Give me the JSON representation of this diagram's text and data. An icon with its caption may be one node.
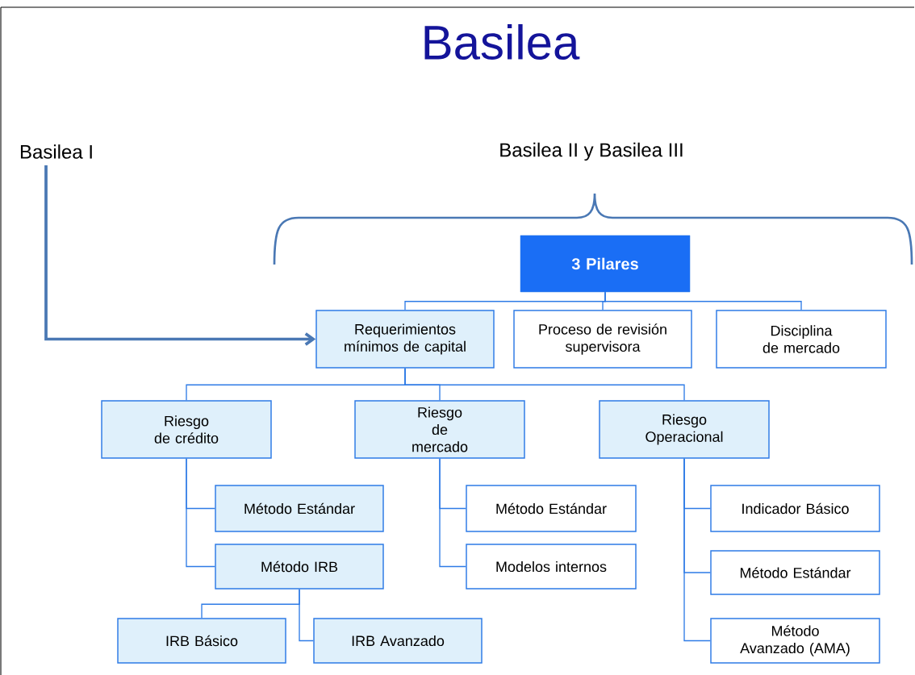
{
  "diagram": {
    "title": "Basilea",
    "nodes": [
      {
        "text": [
          "Basilea I"
        ]
      },
      {
        "text": [
          "3 Pilares"
        ]
      },
      {
        "text": [
          "Requerimientos mínimos de capital"
        ]
      },
      {
        "text": [
          "Proceso de revisión supervisora"
        ]
      },
      {
        "text": [
          "Disciplina de mercado"
        ]
      },
      {
        "text": [
          "Riesgo de crédito"
        ]
      },
      {
        "text": [
          "Riesgo de mercado"
        ]
      },
      {
        "text": [
          "Riesgo Operacional"
        ]
      },
      {
        "text": [
          "Método Estándar"
        ]
      },
      {
        "text": [
          "Método IRB"
        ]
      },
      {
        "text": [
          "IRB Básico"
        ]
      },
      {
        "text": [
          "IRB Avanzado"
        ]
      },
      {
        "text": [
          "Método Estándar"
        ]
      },
      {
        "text": [
          "Modelos internos"
        ]
      },
      {
        "text": [
          "Indicador Básico"
        ]
      },
      {
        "text": [
          "Método Estándar"
        ]
      },
      {
        "text": [
          "Método Avanzado (AMA)"
        ]
      }
    ],
    "edges": [
      {
        "from": 0,
        "to": 2,
        "arrow": "to",
        "style": "thick",
        "color": "#4a78b4"
      },
      {
        "from": 1,
        "to": 2,
        "arrow": "none"
      },
      {
        "from": 1,
        "to": 3,
        "arrow": "none"
      },
      {
        "from": 1,
        "to": 4,
        "arrow": "none"
      },
      {
        "from": 2,
        "to": 5,
        "arrow": "none"
      },
      {
        "from": 2,
        "to": 6,
        "arrow": "none"
      },
      {
        "from": 2,
        "to": 7,
        "arrow": "none"
      },
      {
        "from": 5,
        "to": 8,
        "arrow": "none"
      },
      {
        "from": 5,
        "to": 9,
        "arrow": "none"
      },
      {
        "from": 9,
        "to": 10,
        "arrow": "none"
      },
      {
        "from": 9,
        "to": 11,
        "arrow": "none"
      },
      {
        "from": 6,
        "to": 12,
        "arrow": "none"
      },
      {
        "from": 6,
        "to": 13,
        "arrow": "none"
      },
      {
        "from": 7,
        "to": 14,
        "arrow": "none"
      },
      {
        "from": 7,
        "to": 15,
        "arrow": "none"
      },
      {
        "from": 7,
        "to": 16,
        "arrow": "none"
      }
    ],
    "labels": [
      "Basilea II y Basilea III"
    ]
  }
}
